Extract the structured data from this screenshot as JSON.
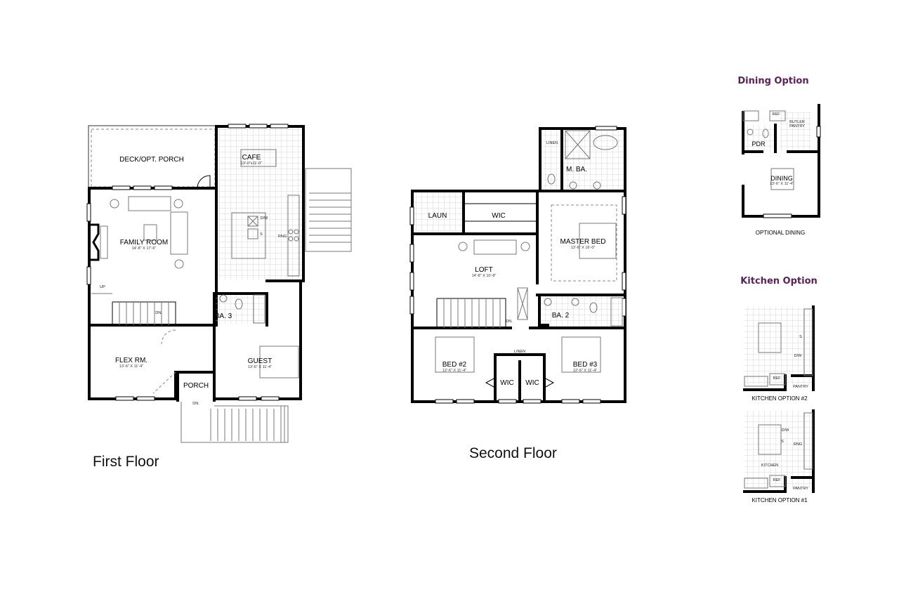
{
  "accent_color": "#5b1f5c",
  "first_floor": {
    "title": "First Floor",
    "rooms": {
      "deck": {
        "label": "DECK/OPT. PORCH"
      },
      "cafe": {
        "label": "CAFE",
        "dim": "13'-0\"x11'-0\""
      },
      "family": {
        "label": "FAMILY ROOM",
        "dim": "14'-8\" X 17'-6\""
      },
      "ba3": {
        "label": "BA. 3"
      },
      "flex": {
        "label": "FLEX RM.",
        "dim": "13'-6\" X 11'-4\""
      },
      "guest": {
        "label": "GUEST",
        "dim": "13'-6\" X 11'-4\""
      },
      "porch": {
        "label": "PORCH"
      }
    },
    "fixtures": {
      "dw": "D/W",
      "sink": "S",
      "range": "RNG",
      "up": "UP",
      "dn_stair": "DN.",
      "dn_porch": "DN."
    }
  },
  "second_floor": {
    "title": "Second Floor",
    "rooms": {
      "linen_top": {
        "label": "LINEN"
      },
      "mba": {
        "label": "M. BA."
      },
      "laun": {
        "label": "LAUN"
      },
      "wic_top": {
        "label": "WIC"
      },
      "master": {
        "label": "MASTER BED",
        "dim": "13'-6\" X 16'-0\""
      },
      "loft": {
        "label": "LOFT",
        "dim": "14'-8\" X 10'-8\""
      },
      "ba2": {
        "label": "BA. 2"
      },
      "bed2": {
        "label": "BED #2",
        "dim": "12'-6\" X 11'-4\""
      },
      "bed3": {
        "label": "BED #3",
        "dim": "12'-6\" X 11'-4\""
      },
      "linen_mid": {
        "label": "LINEN"
      },
      "wic_left": {
        "label": "WIC"
      },
      "wic_right": {
        "label": "WIC"
      }
    },
    "fixtures": {
      "dn": "DN."
    }
  },
  "dining_option": {
    "heading": "Dining Option",
    "caption": "OPTIONAL DINING",
    "labels": {
      "ref": "REF",
      "butler": "BUTLER",
      "pantry": "PANTRY",
      "pdr": "PDR",
      "dining": "DINING",
      "dining_dim": "13'-6\" X 11'-4\""
    }
  },
  "kitchen_option": {
    "heading": "Kitchen Option",
    "option2": {
      "caption": "KITCHEN OPTION #2",
      "sink": "S",
      "dw": "D/W",
      "ref": "REF",
      "pantry": "PANTRY"
    },
    "option1": {
      "caption": "KITCHEN OPTION #1",
      "dw": "D/W",
      "sink": "S",
      "range": "RNG",
      "kitchen": "KITCHEN",
      "ref": "REF",
      "pantry": "PANTRY"
    }
  }
}
